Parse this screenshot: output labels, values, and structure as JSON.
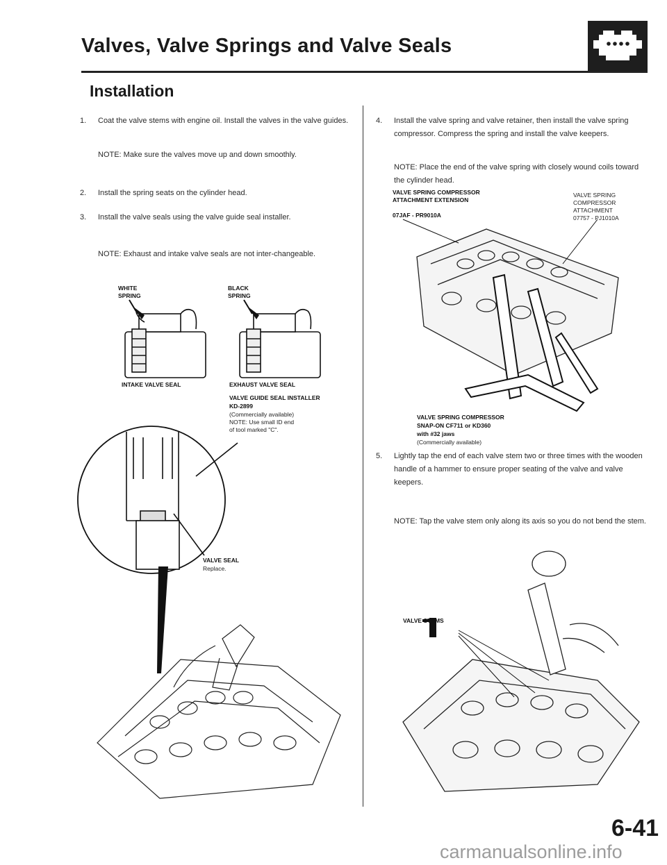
{
  "header": {
    "title": "Valves, Valve Springs and Valve Seals",
    "section": "Installation"
  },
  "left_steps": [
    {
      "num": "1.",
      "text": "Coat the valve stems with engine oil. Install the valves in the valve guides."
    },
    {
      "note": "NOTE: Make sure the valves move up and down smoothly."
    },
    {
      "num": "2.",
      "text": "Install the spring seats on the cylinder head."
    },
    {
      "num": "3.",
      "text": "Install the valve seals using the valve guide seal installer."
    },
    {
      "note": "NOTE: Exhaust and intake valve seals are not inter-changeable."
    }
  ],
  "seal_figure": {
    "white_spring": "WHITE SPRING",
    "black_spring": "BLACK SPRING",
    "intake_seal": "INTAKE VALVE SEAL",
    "exhaust_seal": "EXHAUST VALVE SEAL"
  },
  "installer_figure": {
    "tool_name": "VALVE GUIDE SEAL INSTALLER",
    "tool_number": "KD-2899",
    "availability": "(Commercially available)",
    "note": "NOTE: Use small ID end of tool marked \"C\".",
    "seal_label": "VALVE SEAL",
    "seal_action": "Replace."
  },
  "right_steps": [
    {
      "num": "4.",
      "text": "Install the valve spring and valve retainer, then install the valve spring compressor. Compress the spring and install the valve keepers."
    },
    {
      "note": "NOTE: Place the end of the valve spring with closely wound coils toward the cylinder head."
    }
  ],
  "compressor_figure": {
    "extension_label": "VALVE SPRING COMPRESSOR ATTACHMENT EXTENSION",
    "extension_number": "07JAF - PR9010A",
    "attachment_label": "VALVE SPRING COMPRESSOR ATTACHMENT",
    "attachment_number": "07757 - PJ1010A",
    "compressor_label": "VALVE SPRING COMPRESSOR",
    "compressor_number": "SNAP-ON CF711 or KD360",
    "compressor_jaws": "with #32 jaws",
    "compressor_availability": "(Commercially available)"
  },
  "right_steps_2": [
    {
      "num": "5.",
      "text": "Lightly tap the end of each valve stem two or three times with the wooden handle of a hammer to ensure proper seating of the valve and valve keepers."
    },
    {
      "note": "NOTE: Tap the valve stem only along its axis so you do not bend the stem."
    }
  ],
  "tap_figure": {
    "label": "VALVE STEMS"
  },
  "footer": {
    "page_number": "6-41",
    "watermark": "carmanualsonline.info"
  }
}
